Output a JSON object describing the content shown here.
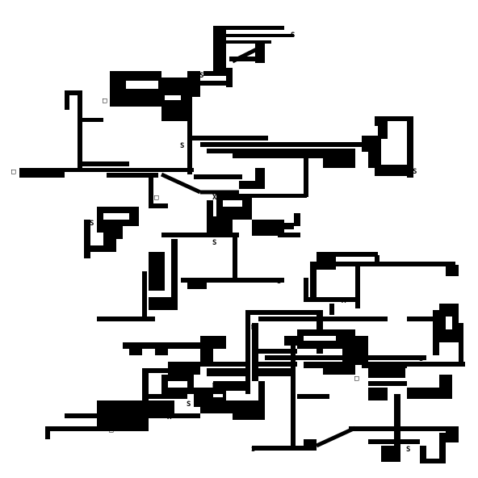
{
  "app": {
    "view": "ascii-dungeon-map"
  },
  "palette": {
    "background": "#ffffff",
    "ink": "#000000"
  },
  "map": {
    "glyphs": {
      "stair_marker": "S",
      "pickup_marker": "A",
      "door_marker": "□",
      "trap_marker": "X"
    }
  }
}
